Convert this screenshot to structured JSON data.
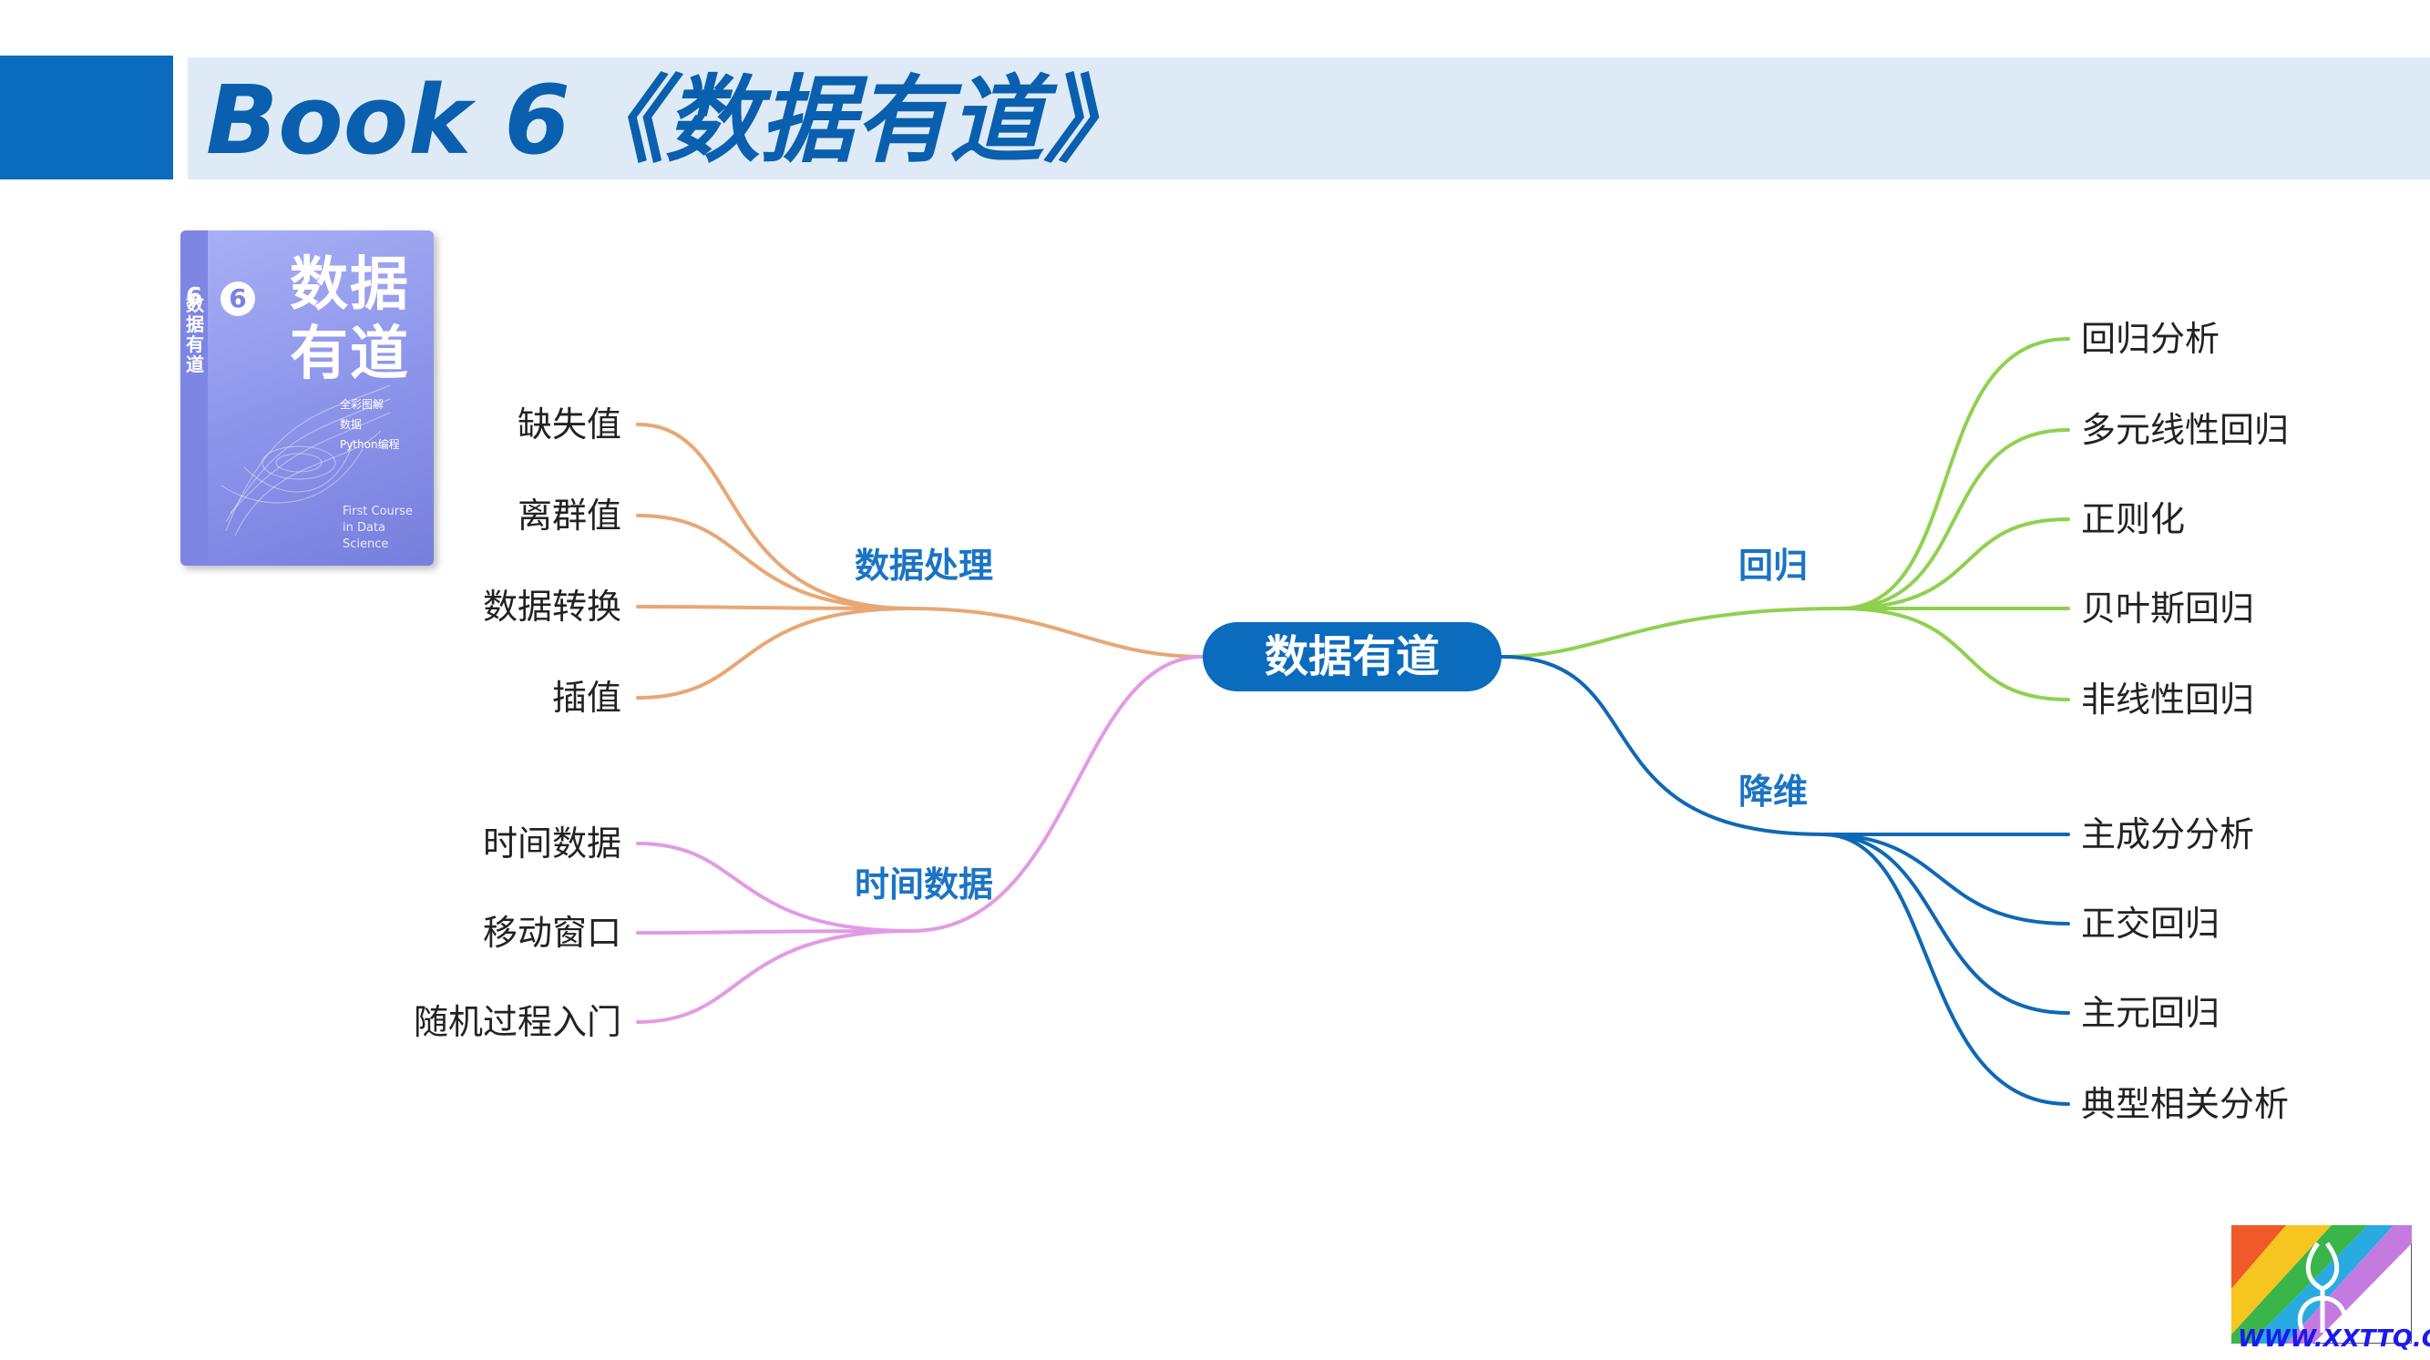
{
  "header": {
    "title": "Book 6《数据有道》"
  },
  "book_cover": {
    "number": "6",
    "title": "数据有道",
    "spine_text": "数据有道",
    "subtitle_lines": [
      "全彩图解",
      "数据",
      "Python编程"
    ],
    "english_lines": [
      "First Course",
      "in Data Science"
    ]
  },
  "mindmap": {
    "center": "数据有道",
    "branches": {
      "data_processing": {
        "label": "数据处理",
        "color": "#e8a774",
        "items": [
          "缺失值",
          "离群值",
          "数据转换",
          "插值"
        ]
      },
      "time_data": {
        "label": "时间数据",
        "color": "#e39ae6",
        "items": [
          "时间数据",
          "移动窗口",
          "随机过程入门"
        ]
      },
      "regression": {
        "label": "回归",
        "color": "#8fd14f",
        "items": [
          "回归分析",
          "多元线性回归",
          "正则化",
          "贝叶斯回归",
          "非线性回归"
        ]
      },
      "dim_reduction": {
        "label": "降维",
        "color": "#0f68b5",
        "items": [
          "主成分分析",
          "正交回归",
          "主元回归",
          "典型相关分析"
        ]
      }
    }
  },
  "logo": {
    "text": "WWW.XXTTQ.COM"
  }
}
